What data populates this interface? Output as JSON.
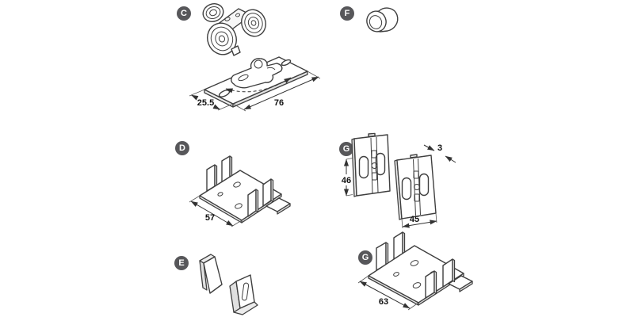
{
  "colors": {
    "background": "#ffffff",
    "line": "#3f3f3f",
    "badge_bg": "#57575a",
    "badge_text": "#ffffff",
    "dim_text": "#111111"
  },
  "parts": {
    "c": {
      "label": "C",
      "drawing": "twin-roller-carriage-with-hook-plate",
      "dim_width": "25.5",
      "dim_length": "76"
    },
    "f": {
      "label": "F",
      "drawing": "cone-bushing"
    },
    "d": {
      "label": "D",
      "drawing": "guide-bracket",
      "dim_width": "57"
    },
    "e": {
      "label": "E",
      "drawing": "guide-stops"
    },
    "g_plates": {
      "label": "G",
      "drawing": "slotted-mounting-plates",
      "dim_height": "46",
      "dim_thickness": "3",
      "dim_width": "45"
    },
    "g_bracket": {
      "label": "G",
      "drawing": "guide-bracket-wide",
      "dim_width": "63"
    }
  }
}
